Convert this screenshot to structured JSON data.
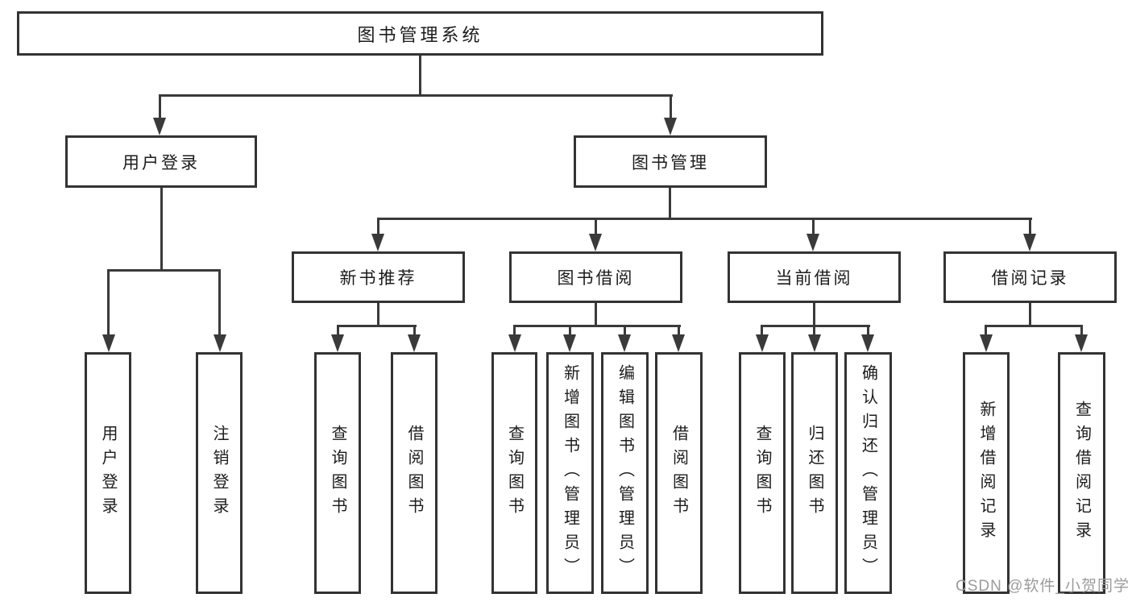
{
  "diagram": {
    "root": {
      "label": "图书管理系统"
    },
    "branches": [
      {
        "label": "用户登录",
        "children": [
          {
            "label": "用户登录"
          },
          {
            "label": "注销登录"
          }
        ]
      },
      {
        "label": "图书管理",
        "children": [
          {
            "label": "新书推荐",
            "children": [
              {
                "label": "查询图书"
              },
              {
                "label": "借阅图书"
              }
            ]
          },
          {
            "label": "图书借阅",
            "children": [
              {
                "label": "查询图书"
              },
              {
                "label": "新增图书（管理员）"
              },
              {
                "label": "编辑图书（管理员）"
              },
              {
                "label": "借阅图书"
              }
            ]
          },
          {
            "label": "当前借阅",
            "children": [
              {
                "label": "查询图书"
              },
              {
                "label": "归还图书"
              },
              {
                "label": "确认归还（管理员）"
              }
            ]
          },
          {
            "label": "借阅记录",
            "children": [
              {
                "label": "新增借阅记录"
              },
              {
                "label": "查询借阅记录"
              }
            ]
          }
        ]
      }
    ]
  },
  "watermark": {
    "text": "CSDN @软件_小贺同学"
  },
  "colors": {
    "line": "#3a3a3a",
    "box_border": "#333333",
    "box_fill": "#ffffff",
    "text": "#1c1c1c",
    "watermark": "#9b9b9b",
    "background": "#ffffff"
  }
}
